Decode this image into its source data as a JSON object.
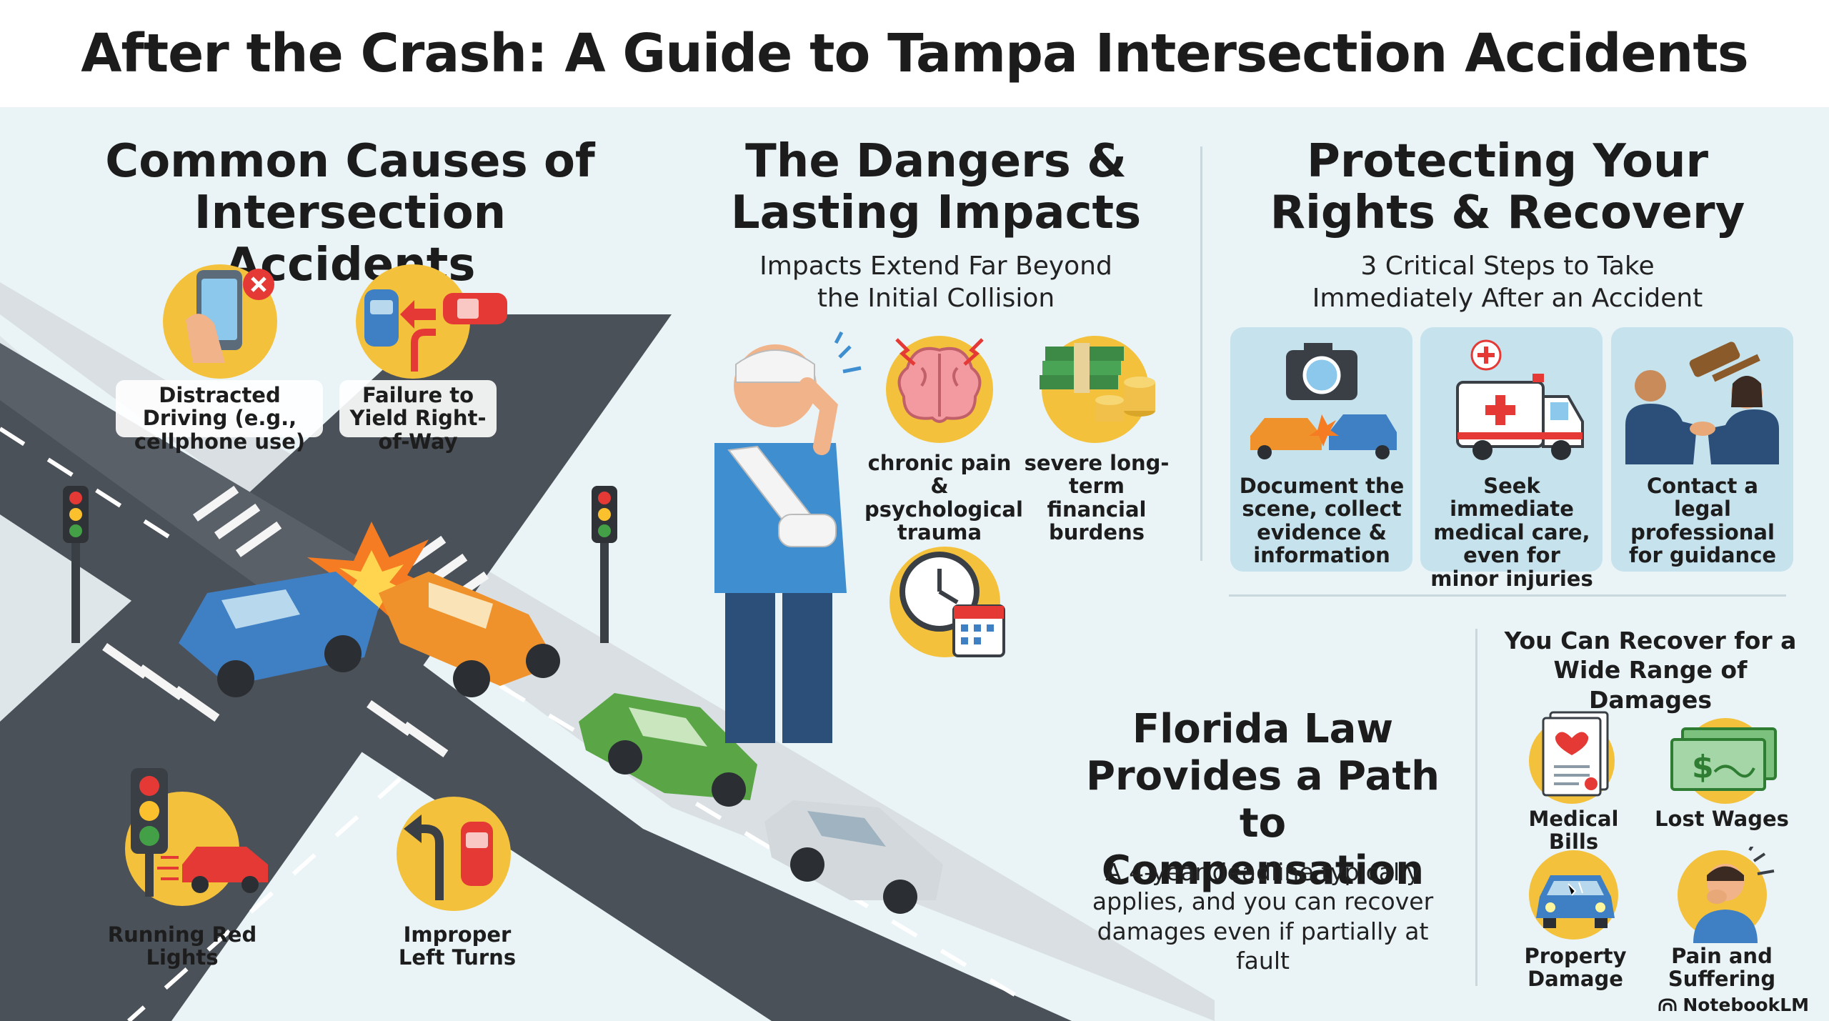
{
  "title": "After the Crash: A Guide to Tampa Intersection Accidents",
  "causes": {
    "heading": "Common Causes of Intersection Accidents",
    "items": [
      {
        "label": "Distracted Driving (e.g., cellphone use)",
        "icon": "phone-icon"
      },
      {
        "label": "Failure to Yield Right-of-Way",
        "icon": "yield-cars-icon"
      },
      {
        "label": "Running Red Lights",
        "icon": "traffic-light-icon"
      },
      {
        "label": "Improper Left Turns",
        "icon": "left-turn-icon"
      }
    ]
  },
  "dangers": {
    "heading": "The Dangers & Lasting Impacts",
    "subtitle": "Impacts Extend Far Beyond the Initial Collision",
    "items": [
      {
        "label": "chronic pain & psychological trauma",
        "icon": "brain-icon"
      },
      {
        "label": "severe long-term financial burdens",
        "icon": "money-icon"
      }
    ]
  },
  "rights": {
    "heading": "Protecting Your Rights & Recovery",
    "subtitle": "3 Critical Steps to Take Immediately After an Accident",
    "steps": [
      {
        "label": "Document the scene, collect evidence & information",
        "icon": "camera-icon"
      },
      {
        "label": "Seek immediate medical care, even for minor injuries",
        "icon": "ambulance-icon"
      },
      {
        "label": "Contact a legal professional for guidance",
        "icon": "gavel-icon"
      }
    ]
  },
  "florida": {
    "heading": "Florida Law Provides a Path to Compensation",
    "body": "A 4-year deadline typically applies, and you can recover damages even if partially at fault"
  },
  "damages": {
    "heading": "You Can Recover for a Wide Range of Damages",
    "items": [
      {
        "label": "Medical Bills",
        "icon": "medical-bill-icon"
      },
      {
        "label": "Lost Wages",
        "icon": "cash-icon"
      },
      {
        "label": "Property Damage",
        "icon": "damaged-car-icon"
      },
      {
        "label": "Pain and Suffering",
        "icon": "distressed-person-icon"
      }
    ]
  },
  "branding": "NotebookLM",
  "colors": {
    "accent": "#f3c13c",
    "card": "#c6e2ec",
    "background": "#eaf4f7"
  }
}
